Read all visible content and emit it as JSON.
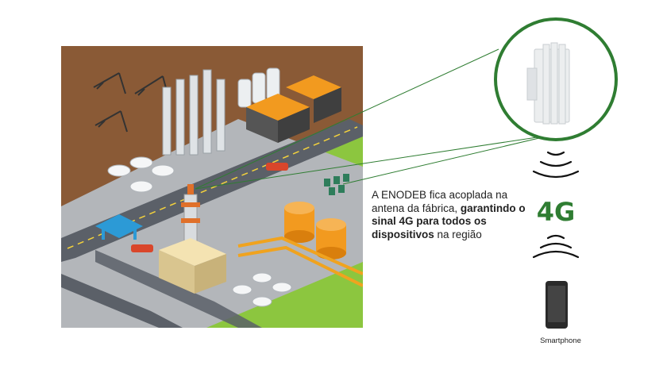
{
  "caption": {
    "part1": "A ENODEB fica acoplada na antena da fábrica, ",
    "bold1": "garantindo o sinal 4G para todos os dispositivos",
    "part2": " na região"
  },
  "network_label": "4G",
  "device_label": "Smartphone",
  "colors": {
    "accent_green": "#2f7d32",
    "ground_brown": "#8a5a36",
    "grass_green": "#8cc63f",
    "road_gray": "#5b6068",
    "tank_orange": "#f29a1f"
  },
  "icons": [
    "enodeb-antenna-icon",
    "signal-waves-icon",
    "smartphone-icon",
    "factory-illustration"
  ]
}
